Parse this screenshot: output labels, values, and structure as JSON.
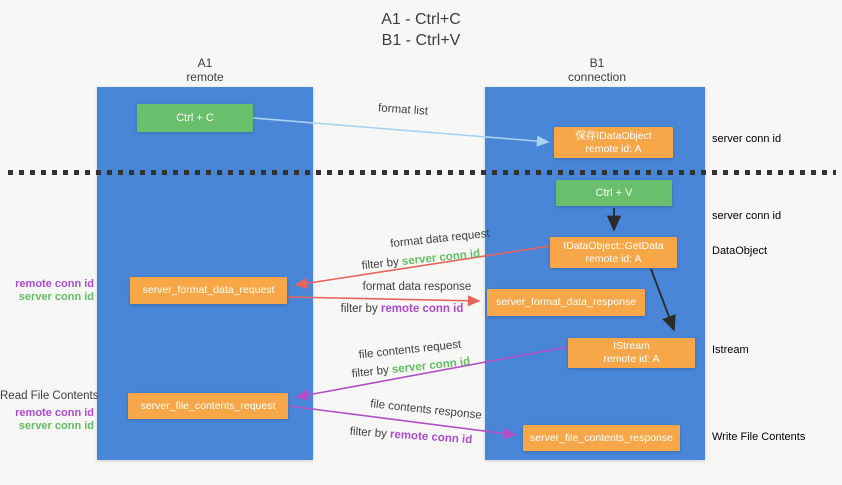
{
  "title": {
    "line1": "A1 - Ctrl+C",
    "line2": "B1 - Ctrl+V"
  },
  "lanes": {
    "a1": {
      "id": "A1",
      "label": "remote"
    },
    "b1": {
      "id": "B1",
      "label": "connection"
    }
  },
  "nodes": {
    "ctrl_c": {
      "label": "Ctrl + C"
    },
    "ctrl_v": {
      "label": "Ctrl + V"
    },
    "save_idataobject": {
      "line1": "保存IDataObject",
      "line2": "remote id: A"
    },
    "getdata": {
      "line1": "IDataObject::GetData",
      "line2": "remote id: A"
    },
    "istream": {
      "line1": "IStream",
      "line2": "remote id: A"
    },
    "server_format_data_request": {
      "label": "server_format_data_request"
    },
    "server_format_data_response": {
      "label": "server_format_data_response"
    },
    "server_file_contents_request": {
      "label": "server_file_contents_request"
    },
    "server_file_contents_response": {
      "label": "server_file_contents_response"
    }
  },
  "arrow_labels": {
    "format_list": "format list",
    "format_data_request": "format data request",
    "format_data_response": "format data response",
    "file_contents_request": "file contents request",
    "file_contents_response": "file contents response",
    "filter_by": "filter by",
    "server_conn_id": "server conn id",
    "remote_conn_id": "remote conn id"
  },
  "side_labels": {
    "left": {
      "remote_conn_id": "remote conn id",
      "server_conn_id": "server conn id",
      "read_file_contents": "Read File Contents"
    },
    "right": {
      "server_conn_id_top": "server conn id",
      "server_conn_id_mid": "server conn id",
      "dataobject": "DataObject",
      "istream": "Istream",
      "write_file_contents": "Write File Contents"
    }
  },
  "colors": {
    "lane_blue": "#4a86d8",
    "node_green": "#6abf6c",
    "node_orange": "#f8a748",
    "arrow_red": "#e8635c",
    "arrow_purple": "#b24fc8",
    "arrow_light_blue": "#a9d3f1",
    "arrow_black": "#2b2b2b",
    "text_green": "#63bd63",
    "text_purple": "#ad4bce",
    "text_dark": "#3d3d3d",
    "background": "#f7f7f6"
  }
}
